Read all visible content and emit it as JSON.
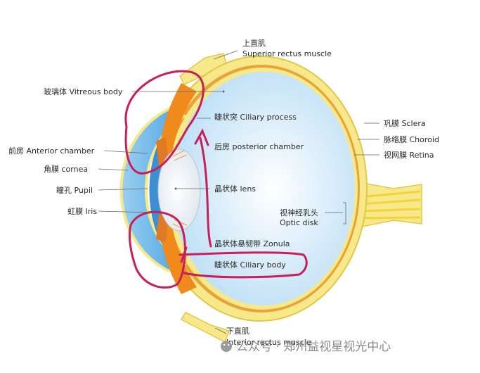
{
  "labels": {
    "superior_rectus_cn": "上直肌",
    "superior_rectus_en": "Superior rectus muscle",
    "vitreous": "玻璃体 Vitreous body",
    "ciliary_process": "睫状突  Ciliary process",
    "posterior_chamber": "后房 posterior chamber",
    "anterior_chamber": "前房 Anterior chamber",
    "cornea": "角膜 cornea",
    "pupil": "瞳孔 Pupil",
    "iris": "虹膜 Iris",
    "lens": "晶状体 lens",
    "optic_disk_cn": "视神经乳头",
    "optic_disk_en": "Optic disk",
    "zonula": "晶状体悬韧带 Zonula",
    "ciliary_body": "睫状体 Ciliary body",
    "sclera": "巩膜 Sclera",
    "choroid": "脉络膜 Choroid",
    "retina": "视网膜 Retina",
    "inferior_rectus_cn": "下直肌",
    "inferior_rectus_en": "Interior rectus muscle"
  },
  "watermark": {
    "text": "公众号 · 郑州益视星视光中心"
  },
  "colors": {
    "sclera": "#f7e98a",
    "sclera_stroke": "#e0c84a",
    "choroid": "#e8a23a",
    "retina": "#e07a26",
    "vitreous": "#d8ecfa",
    "annotation": "#c81e5a",
    "iris_orange": "#f08a1c",
    "cornea_blue": "#4aa3df"
  }
}
